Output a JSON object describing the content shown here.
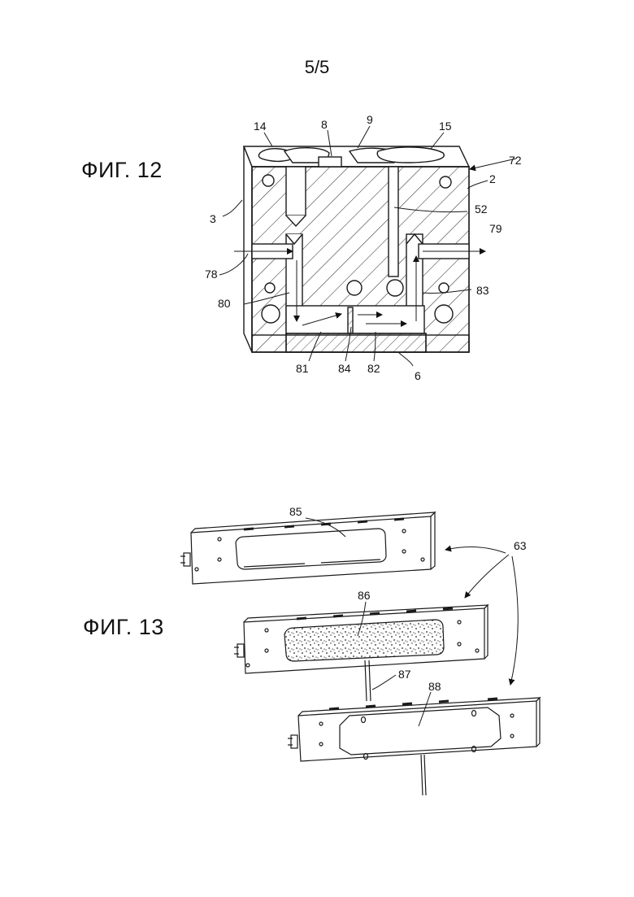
{
  "page_number": "5/5",
  "figures": [
    {
      "title": "ФИГ. 12",
      "labels": {
        "l14": "14",
        "l8": "8",
        "l9": "9",
        "l15": "15",
        "l72": "72",
        "l2": "2",
        "l3": "3",
        "l52": "52",
        "l79": "79",
        "l78": "78",
        "l80": "80",
        "l83": "83",
        "l81": "81",
        "l84": "84",
        "l82": "82",
        "l6": "6"
      }
    },
    {
      "title": "ФИГ. 13",
      "labels": {
        "l85": "85",
        "l63": "63",
        "l86": "86",
        "l87": "87",
        "l88": "88"
      }
    }
  ],
  "colors": {
    "line": "#1a1a1a",
    "background": "#ffffff"
  }
}
